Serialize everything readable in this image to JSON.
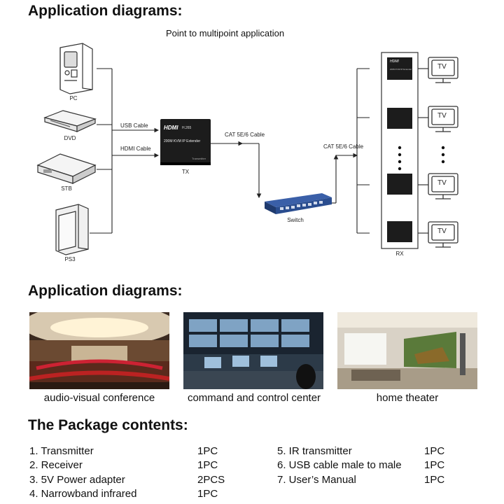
{
  "sections": {
    "heading1": "Application diagrams:",
    "heading2": "Application diagrams:",
    "heading3": "The Package contents:"
  },
  "diagram": {
    "subtitle": "Point to multipoint  application",
    "sources": [
      {
        "label": "PC",
        "icon": "pc-tower-icon"
      },
      {
        "label": "DVD",
        "icon": "dvd-player-icon"
      },
      {
        "label": "STB",
        "icon": "set-top-box-icon"
      },
      {
        "label": "PS3",
        "icon": "game-console-icon"
      }
    ],
    "cable_usb": "USB Cable",
    "cable_hdmi": "HDMI Cable",
    "tx": {
      "label": "TX",
      "brand": "HDMI",
      "brand_sub": "H.265",
      "model": "200M KVM IP Extender",
      "small": "Transmitter"
    },
    "cable_cat_left": "CAT 5E/6 Cable",
    "switch_label": "Switch",
    "cable_cat_right": "CAT 5E/6 Cable",
    "rx_label": "RX",
    "rx_unit_brand": "HDMI",
    "rx_unit_model": "200M KVM IP Extender",
    "tv_label": "TV",
    "colors": {
      "switch": "#2a4d8f",
      "device": "#1c1c1c"
    }
  },
  "applications": [
    {
      "caption": "audio-visual conference",
      "photo": "conference-hall-photo"
    },
    {
      "caption": "command and control center",
      "photo": "control-center-photo"
    },
    {
      "caption": "home theater",
      "photo": "home-theater-photo"
    }
  ],
  "package": {
    "left": [
      {
        "item": "1. Transmitter",
        "qty": "1PC"
      },
      {
        "item": "2. Receiver",
        "qty": "1PC"
      },
      {
        "item": "3. 5V Power adapter",
        "qty": "2PCS"
      },
      {
        "item": "4. Narrowband infrared",
        "qty": "1PC"
      }
    ],
    "right": [
      {
        "item": "5. IR transmitter",
        "qty": "1PC"
      },
      {
        "item": "6. USB cable male to male",
        "qty": "1PC"
      },
      {
        "item": "7. User’s Manual",
        "qty": "1PC"
      }
    ]
  }
}
